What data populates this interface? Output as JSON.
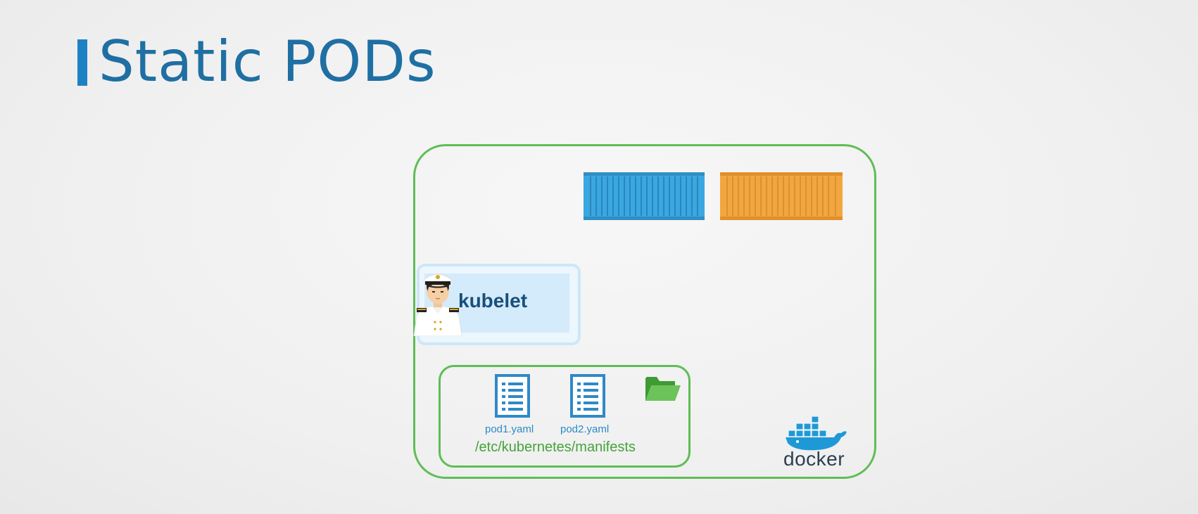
{
  "title": "Static PODs",
  "kubelet": {
    "label": "kubelet"
  },
  "manifests": {
    "files": [
      "pod1.yaml",
      "pod2.yaml"
    ],
    "path": "/etc/kubernetes/manifests"
  },
  "runtime": {
    "label": "docker"
  },
  "icons": {
    "captain": "captain-icon",
    "document": "document-icon",
    "folder": "folder-icon",
    "docker": "docker-whale-icon"
  },
  "colors": {
    "title": "#1f6fa3",
    "accent_bar": "#1d82c4",
    "node_border": "#5fbd56",
    "container_blue": "#3aa7e0",
    "container_orange": "#f2a640",
    "kubelet_bg": "#d3ebfb",
    "path_text": "#45a33a",
    "file_text": "#2b8ac8"
  }
}
